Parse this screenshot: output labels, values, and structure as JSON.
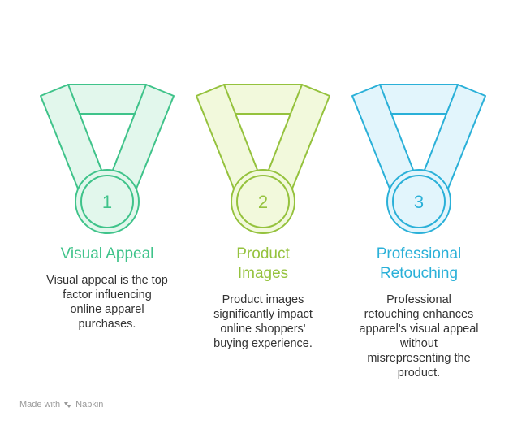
{
  "items": [
    {
      "number": "1",
      "title": "Visual Appeal",
      "description": "Visual appeal is the top factor influencing online apparel purchases.",
      "stroke": "#3fc38a",
      "fill": "#e2f7ec",
      "title_color": "#3fc38a"
    },
    {
      "number": "2",
      "title": "Product\nImages",
      "description": "Product images significantly impact online shoppers' buying experience.",
      "stroke": "#95c23d",
      "fill": "#f2f9dc",
      "title_color": "#95c23d"
    },
    {
      "number": "3",
      "title": "Professional\nRetouching",
      "description": "Professional retouching enhances apparel's visual appeal without misrepresenting the product.",
      "stroke": "#2ab0d8",
      "fill": "#e2f5fc",
      "title_color": "#2ab0d8"
    }
  ],
  "footer": {
    "made_with": "Made with",
    "brand": "Napkin"
  }
}
